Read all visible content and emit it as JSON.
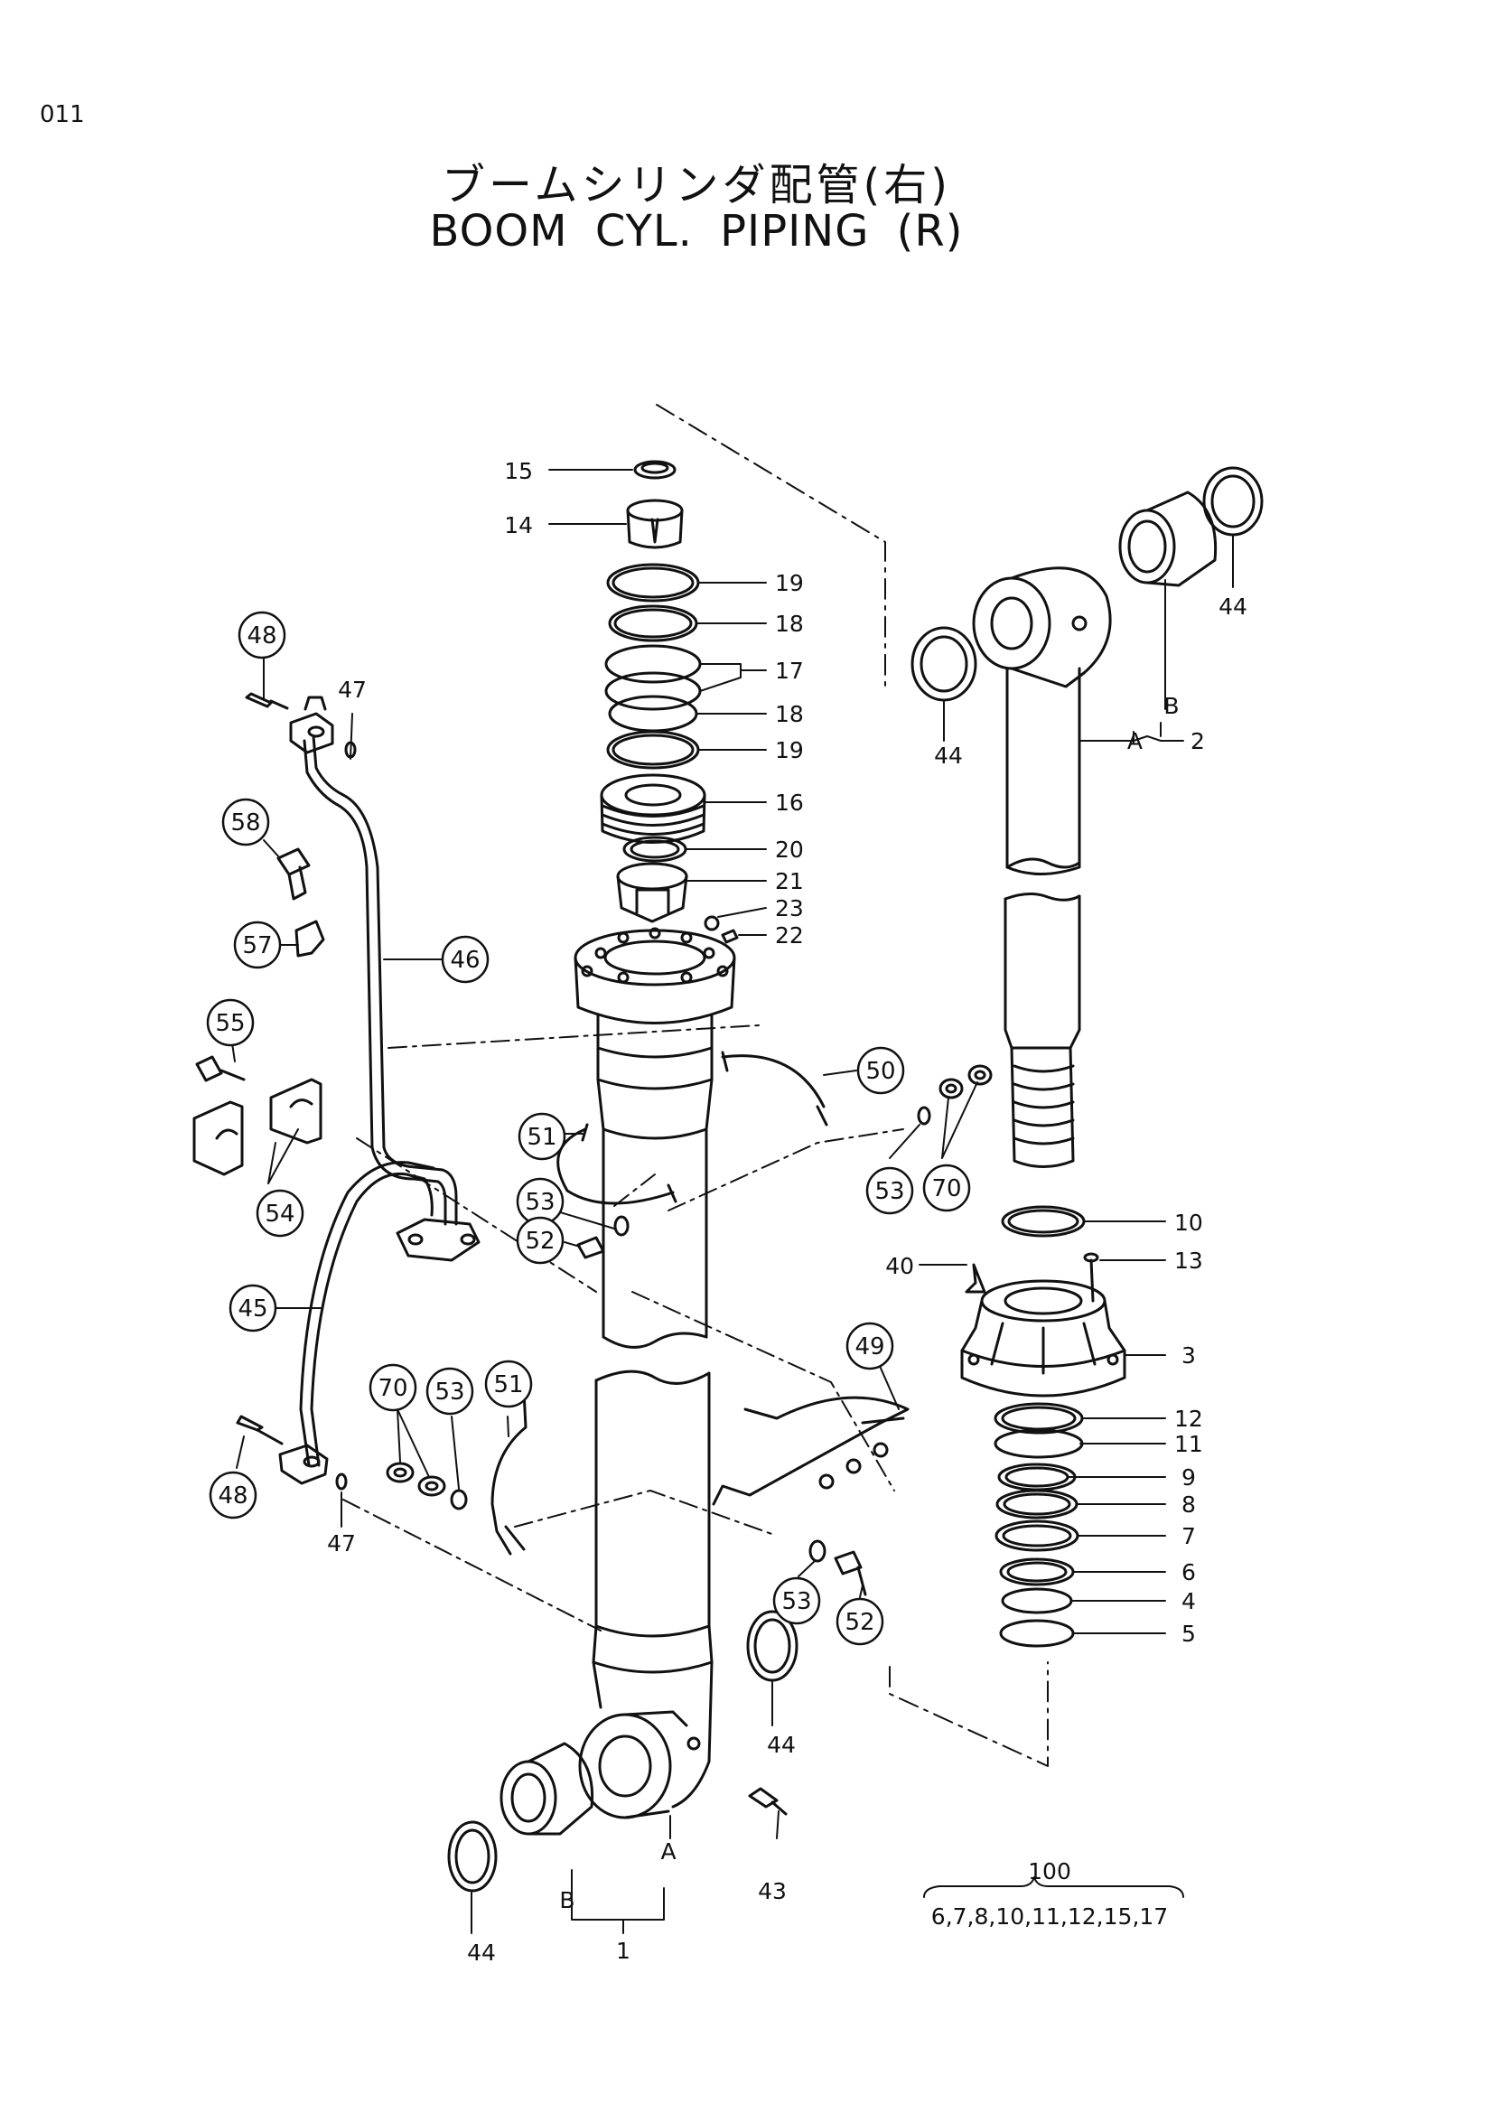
{
  "page_number": "011",
  "title_jp": "ブームシリンダ配管(右)",
  "title_en": "BOOM   CYL. PIPING (R)",
  "plain_labels": [
    "15",
    "14",
    "19",
    "18",
    "17",
    "18",
    "19",
    "16",
    "20",
    "21",
    "23",
    "22",
    "44",
    "44",
    "B",
    "A",
    "2",
    "10",
    "13",
    "40",
    "3",
    "12",
    "11",
    "9",
    "8",
    "7",
    "6",
    "4",
    "5",
    "47",
    "47",
    "44",
    "A",
    "B",
    "1",
    "43",
    "44",
    "100",
    "6,7,8,10,11,12,15,17"
  ],
  "circled_labels": [
    "48",
    "58",
    "57",
    "46",
    "55",
    "54",
    "51",
    "53",
    "52",
    "45",
    "50",
    "53",
    "70",
    "49",
    "70",
    "53",
    "51",
    "48",
    "53",
    "52"
  ],
  "assembly_group": {
    "number": "100",
    "members": "6,7,8,10,11,12,15,17"
  }
}
